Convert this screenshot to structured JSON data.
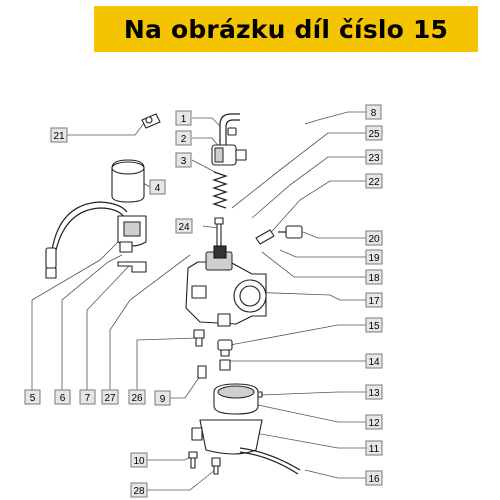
{
  "banner": {
    "text": "Na obrázku díl číslo 15",
    "color": "#f5c400"
  },
  "callouts": [
    {
      "id": "1"
    },
    {
      "id": "2"
    },
    {
      "id": "3"
    },
    {
      "id": "4"
    },
    {
      "id": "5"
    },
    {
      "id": "6"
    },
    {
      "id": "7"
    },
    {
      "id": "8"
    },
    {
      "id": "9"
    },
    {
      "id": "10"
    },
    {
      "id": "11"
    },
    {
      "id": "12"
    },
    {
      "id": "13"
    },
    {
      "id": "14"
    },
    {
      "id": "15"
    },
    {
      "id": "16"
    },
    {
      "id": "17"
    },
    {
      "id": "18"
    },
    {
      "id": "19"
    },
    {
      "id": "20"
    },
    {
      "id": "21"
    },
    {
      "id": "22"
    },
    {
      "id": "23"
    },
    {
      "id": "24"
    },
    {
      "id": "25"
    },
    {
      "id": "26"
    },
    {
      "id": "27"
    },
    {
      "id": "28"
    }
  ]
}
